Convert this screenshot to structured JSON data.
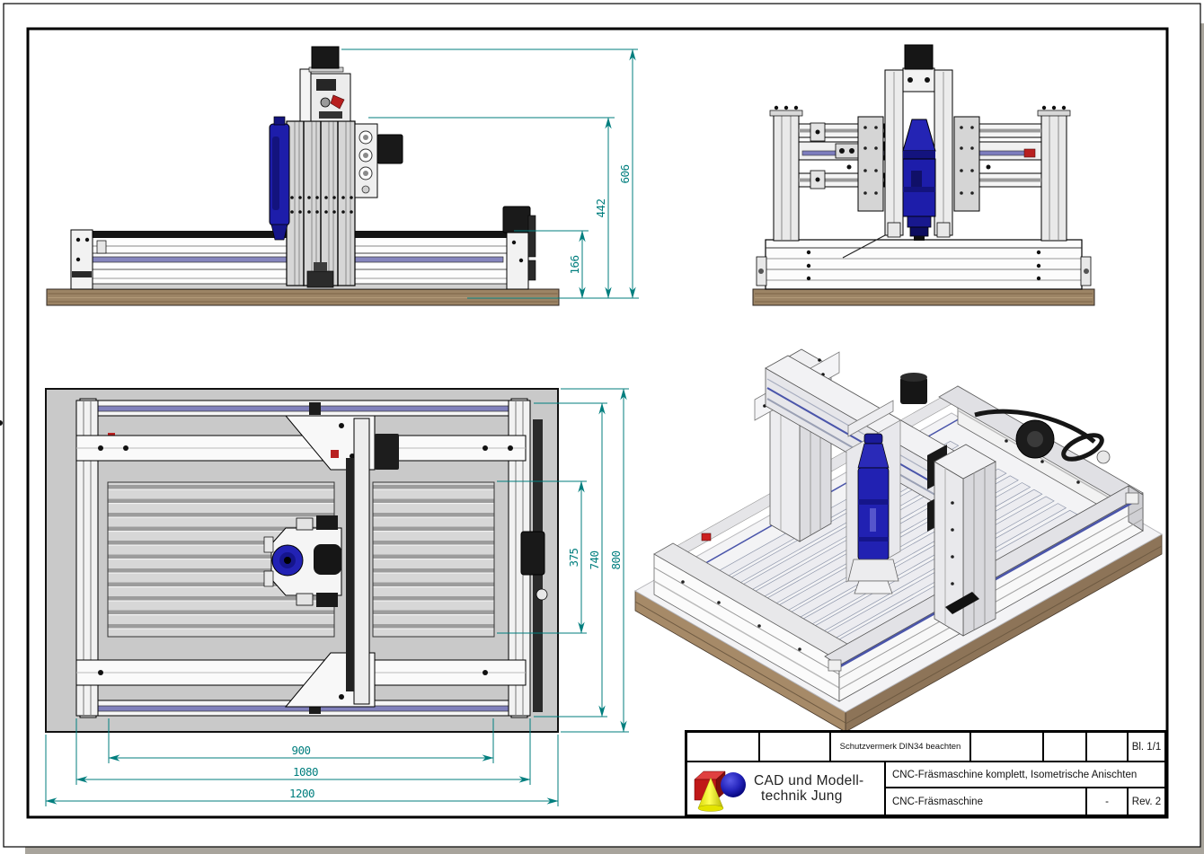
{
  "dims": {
    "front": {
      "total_height": "606",
      "column_height": "442",
      "bed_height": "166"
    },
    "plan": {
      "table_width": "375",
      "frame_width": "740",
      "plate_width": "800",
      "table_length": "900",
      "frame_length": "1080",
      "plate_length": "1200"
    }
  },
  "title_block": {
    "protection_note": "Schutzvermerk DIN34 beachten",
    "sheet": "Bl. 1/1",
    "company_line1": "CAD und Modell-",
    "company_line2": "technik Jung",
    "title": "CNC-Fräsmaschine komplett, Isometrische Anischten",
    "part": "CNC-Fräsmaschine",
    "scale": "-",
    "revision": "Rev. 2"
  },
  "colors": {
    "dimension_teal": "#007e7e",
    "spindle_blue": "#1d1daa",
    "wood_brown": "#9c8465",
    "plate_gray": "#c9c9c9",
    "shadow_gray": "#a8a49c"
  }
}
